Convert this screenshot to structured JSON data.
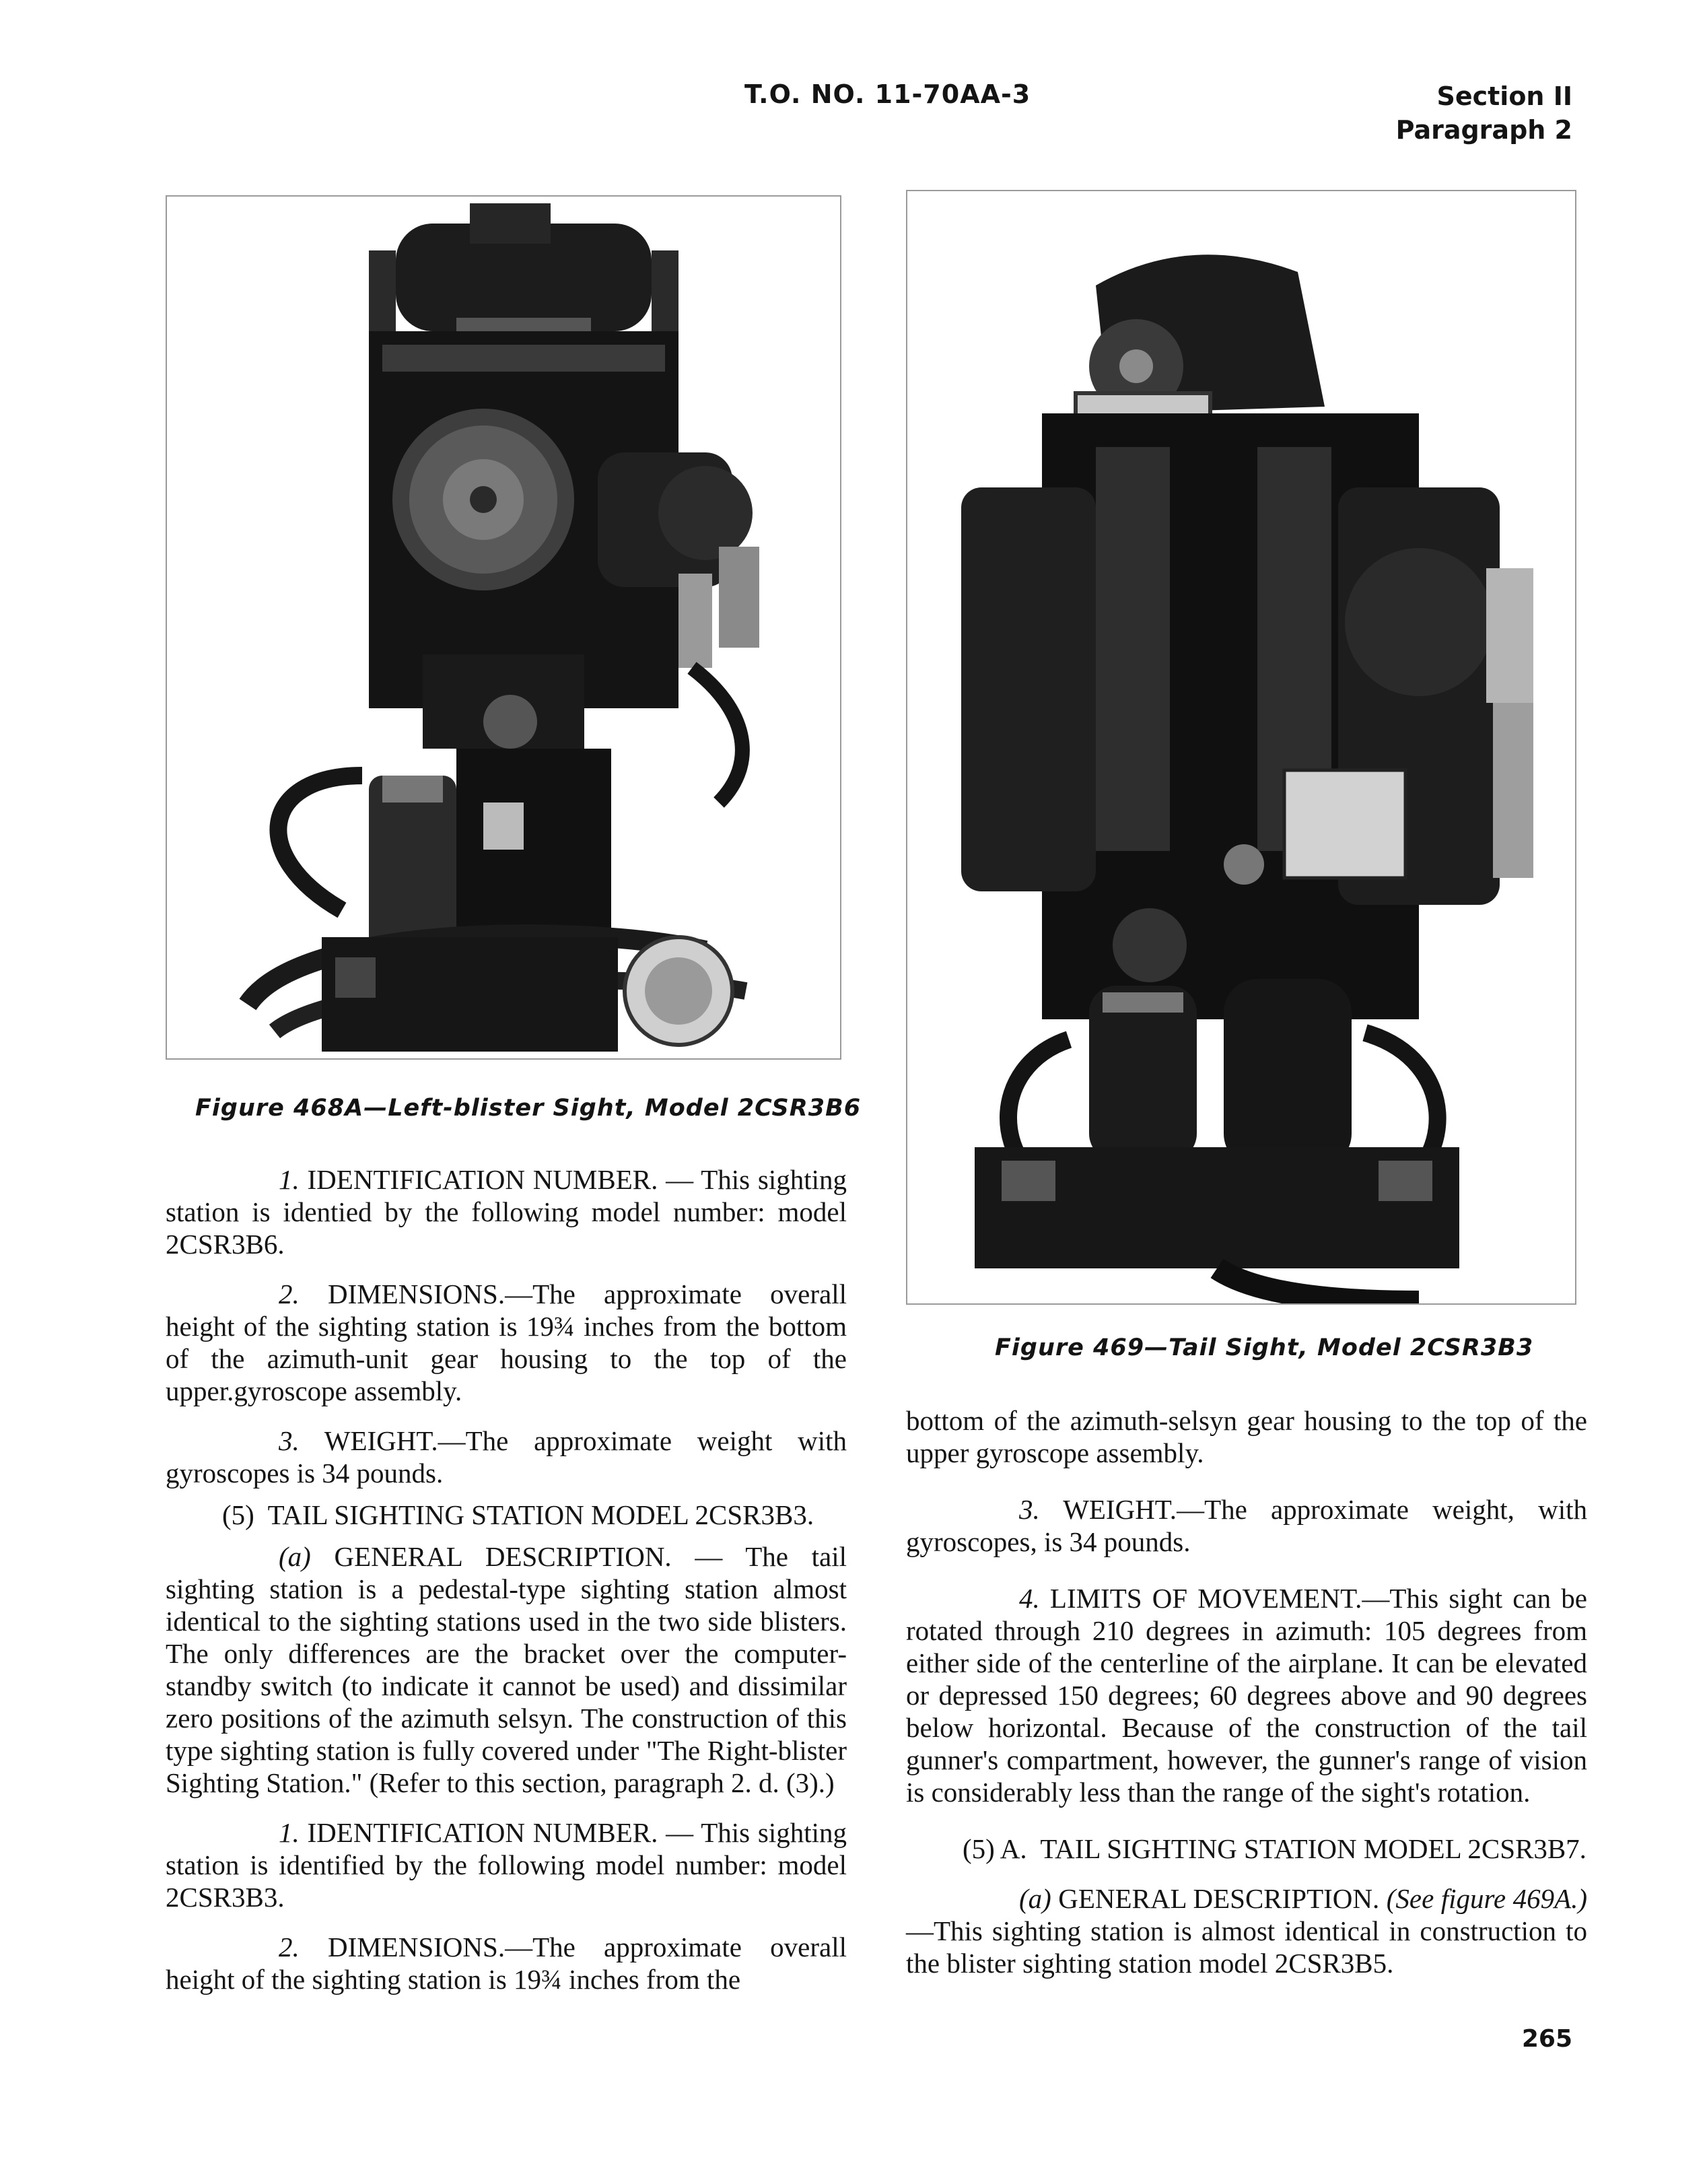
{
  "header": {
    "to_number": "T.O. NO. 11-70AA-3",
    "section": "Section II",
    "paragraph": "Paragraph 2"
  },
  "page_number": "265",
  "figures": {
    "fig468a": {
      "caption": "Figure 468A—Left-blister Sight, Model 2CSR3B6"
    },
    "fig469": {
      "caption": "Figure 469—Tail Sight, Model 2CSR3B3"
    }
  },
  "left": {
    "p1_num": "1.",
    "p1_title": "IDENTIFICATION NUMBER.",
    "p1_text": "— This sighting station is identied by the following model number: model 2CSR3B6.",
    "p2_num": "2.",
    "p2_title": "DIMENSIONS.",
    "p2_text": "—The approximate overall height of the sighting station is 19¾ inches from the bottom of the azimuth-unit gear housing to the top of the upper.gyroscope assembly.",
    "p3_num": "3.",
    "p3_title": "WEIGHT.",
    "p3_text": "—The approximate weight with gyroscopes is 34 pounds.",
    "h5_num": "(5)",
    "h5_text": "TAIL SIGHTING STATION MODEL 2CSR3B3.",
    "pa_num": "(a)",
    "pa_title": "GENERAL DESCRIPTION.",
    "pa_text": "— The tail sighting station is a pedestal-type sighting station almost identical to the sighting stations used in the two side blisters. The only differences are the bracket over the computer-standby switch (to indicate it cannot be used) and dissimilar zero positions of the azimuth selsyn. The construction of this type sighting station is fully covered under \"The Right-blister Sighting Station.\" (Refer to this section, paragraph 2. d. (3).)",
    "q1_num": "1.",
    "q1_title": "IDENTIFICATION NUMBER.",
    "q1_text": "— This sighting station is identified by the following model number: model 2CSR3B3.",
    "q2_num": "2.",
    "q2_title": "DIMENSIONS.",
    "q2_text": "—The approximate overall height of the sighting station is 19¾ inches from the"
  },
  "right": {
    "cont": "bottom of the azimuth-selsyn gear housing to the top of the upper gyroscope assembly.",
    "r3_num": "3.",
    "r3_title": "WEIGHT.",
    "r3_text": "—The approximate weight, with gyroscopes, is 34 pounds.",
    "r4_num": "4.",
    "r4_title": "LIMITS OF MOVEMENT.",
    "r4_text": "—This sight can be rotated through 210 degrees in azimuth: 105 degrees from either side of the centerline of the airplane. It can be elevated or depressed 150 degrees; 60 degrees above and 90 degrees below horizontal. Because of the construction of the tail gunner's compartment, however, the gunner's range of vision is considerably less than the range of the sight's rotation.",
    "h5a_num": "(5) A.",
    "h5a_text": "TAIL SIGHTING STATION MODEL 2CSR3B7.",
    "ra_num": "(a)",
    "ra_title": "GENERAL DESCRIPTION.",
    "ra_ref": "(See figure 469A.)",
    "ra_text": "—This sighting station is almost identical in construction to the blister sighting station model 2CSR3B5."
  }
}
